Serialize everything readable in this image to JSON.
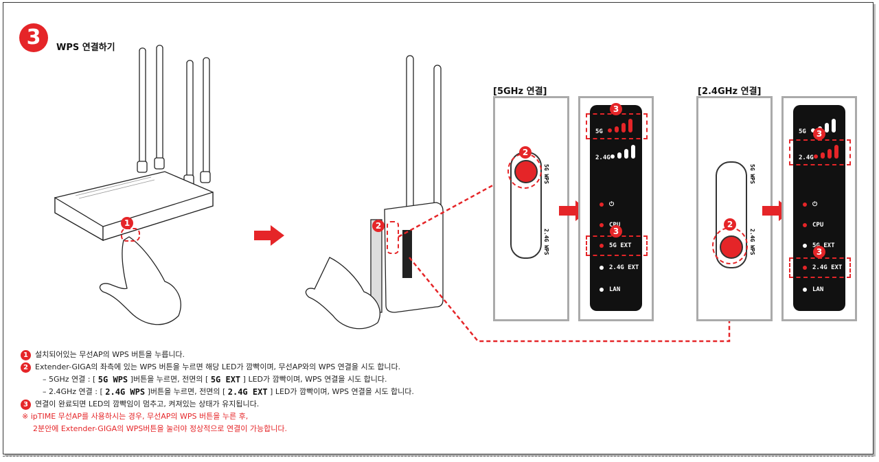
{
  "section": {
    "number": "3",
    "title": "WPS 연결하기"
  },
  "panels": {
    "five_title": "[5GHz 연결]",
    "two_title": "[2.4GHz 연결]",
    "btn_label_5g": "5G WPS",
    "btn_label_24g": "2.4G WPS"
  },
  "callouts": {
    "one": "1",
    "two": "2",
    "three": "3"
  },
  "leds": {
    "row_5g": "5G",
    "row_24g": "2.4G",
    "power": "⏻",
    "cpu": "CPU",
    "ext5": "5G EXT",
    "ext24": "2.4G EXT",
    "lan": "LAN"
  },
  "instructions": {
    "l1": "설치되어있는 무선AP의 WPS 버튼을 누릅니다.",
    "l2": "Extender-GIGA의 좌측에 있는 WPS 버튼을 누르면 해당 LED가 깜빡이며, 무선AP와의 WPS 연결을 시도 합니다.",
    "l3_prefix": "– 5GHz 연결 : [",
    "l3_key1": "5G WPS",
    "l3_mid": "]버튼을 누르면, 전면의 [",
    "l3_key2": "5G EXT",
    "l3_suffix": "] LED가 깜빡이며, WPS 연결을 시도 합니다.",
    "l4_prefix": "– 2.4GHz 연결 : [",
    "l4_key1": "2.4G WPS",
    "l4_mid": "]버튼을 누르면, 전면의 [",
    "l4_key2": "2.4G EXT",
    "l4_suffix": "] LED가 깜빡이며, WPS 연결을 시도 합니다.",
    "l5": "연결이 완료되면 LED의 깜빡임이 멈추고, 켜져있는 상태가 유지됩니다.",
    "note1": "※ ipTIME 무선AP를 사용하시는 경우, 무선AP의 WPS 버튼을 누른 후,",
    "note2": "2분안에 Extender-GIGA의 WPS버튼을 눌러야 정상적으로 연결이 가능합니다."
  },
  "colors": {
    "accent": "#e52528",
    "panel_border": "#aaaaaa",
    "led_bg": "#111111"
  }
}
